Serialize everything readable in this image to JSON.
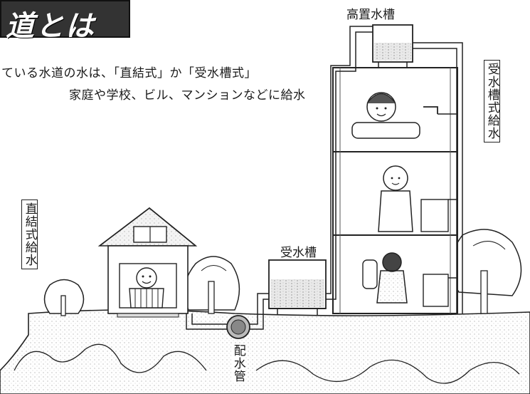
{
  "title": "道とは",
  "intro": {
    "line1": "ている水道の水は、「直結式」か「受水槽式」",
    "line2": "家庭や学校、ビル、マンションなどに給水"
  },
  "labels": {
    "elevated_tank": "高置水槽",
    "receiving_system": "受水槽式給水",
    "direct_system": "直結式給水",
    "receiving_tank": "受水槽",
    "distribution_pipe": "配水管"
  }
}
